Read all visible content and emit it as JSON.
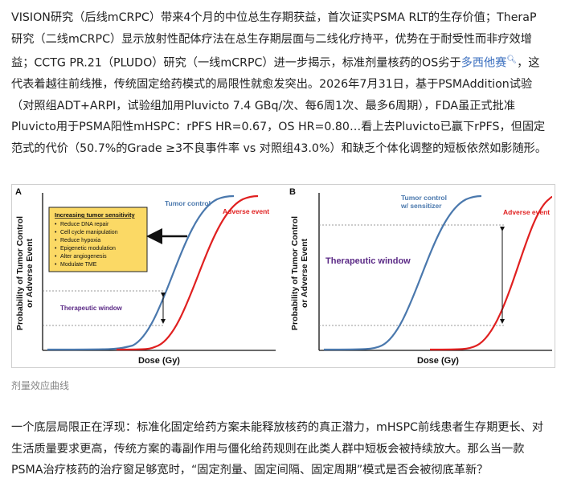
{
  "article": {
    "intro_lines": [
      "VISION研究（后线mCRPC）带来4个月的中位总生存期获益，首次证实PSMA RLT的生存价值；TheraP",
      "研究（二线mCRPC）显示放射性配体疗法在总生存期层面与二线化疗持平，优势在于耐受性而非疗效增",
      "益；CCTG PR.21（PLUDO）研究（一线mCRPC）进一步揭示，标准剂量核药的OS劣于",
      "代表着越往前线推，传统固定给药模式的局限性就愈发突出。2026年7月31日，基于PSMAddition试验",
      "（对照组ADT+ARPI，试验组加用Pluvicto 7.4 GBq/次、每6周1次、最多6周期），FDA虽正式批准",
      "Pluvicto用于PSMA阳性mHSPC：rPFS HR=0.67，OS HR=0.80…看上去Pluvicto已赢下rPFS，但固定",
      "范式的代价（50.7%的Grade ≥3不良事件率 vs 对照组43.0%）和缺乏个体化调整的短板依然如影随形。"
    ],
    "intro_link": "多西他赛",
    "intro_line3_tail": "，这",
    "caption": "剂量效应曲线",
    "bottom_lines": [
      "一个底层局限正在浮现：标准化固定给药方案未能释放核药的真正潜力，mHSPC前线患者生存期更长、对",
      "生活质量要求更高，传统方案的毒副作用与僵化给药规则在此类人群中短板会被持续放大。那么当一款",
      "PSMA治疗核药的治疗窗足够宽时，“固定剂量、固定间隔、固定周期”模式是否会被彻底革新？"
    ]
  },
  "figure": {
    "panel_a": {
      "letter": "A",
      "curve_labels": [
        "Tumor control",
        "Adverse event"
      ],
      "sensitivity_box_title": "Increasing tumor sensitivity",
      "sensitivity_items": [
        "Reduce DNA repair",
        "Cell cycle manipulation",
        "Reduce hypoxia",
        "Epigenetic modulation",
        "Alter angiogenesis",
        "Modulate TME"
      ],
      "window_label": "Therapeutic window"
    },
    "panel_b": {
      "letter": "B",
      "curve_labels": [
        "Tumor control",
        "w/ sensitizer",
        "Adverse event"
      ],
      "window_label": "Therapeutic window"
    },
    "y_label_lines": [
      "Probability of Tumor Control",
      "or Adverse Event"
    ],
    "x_label": "Dose (Gy)",
    "colors": {
      "tumor_curve": "#4a78ad",
      "adverse_curve": "#e02020",
      "window_text": "#5b2a86",
      "box_fill": "#fbd965",
      "box_border": "#222222"
    }
  }
}
